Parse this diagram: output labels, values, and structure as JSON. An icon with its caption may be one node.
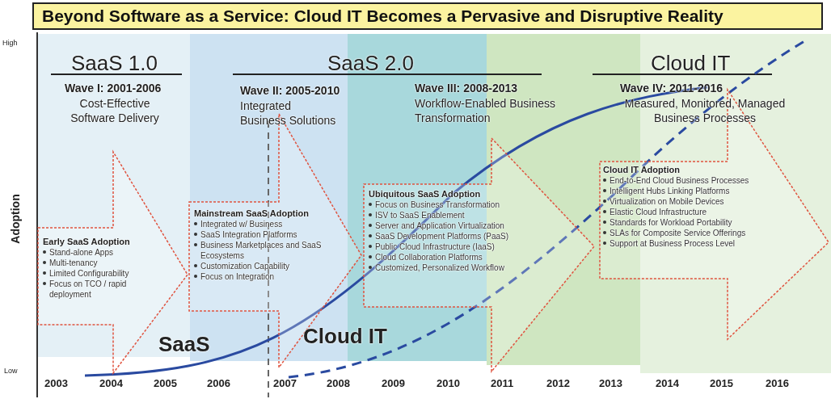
{
  "diagram": {
    "title": "Beyond Software as a Service:  Cloud IT Becomes a Pervasive and Disruptive Reality",
    "nodes": [
      {
        "text": [
          "Early SaaS Adoption",
          "Stand-alone Apps",
          "Multi-tenancy",
          "Limited Configurability",
          "Focus on TCO / rapid deployment"
        ]
      },
      {
        "text": [
          "Mainstream SaaS Adoption",
          "Integrated w/ Business",
          "SaaS Integration Platforms",
          "Business Marketplaces and SaaS Ecosystems",
          "Customization Capability",
          "Focus on Integration"
        ]
      },
      {
        "text": [
          "Ubiquitous SaaS Adoption",
          "Focus on Business Transformation",
          "ISV to SaaS Enablement",
          "Server and Application Virtualization",
          "SaaS Development Platforms (PaaS)",
          "Public Cloud Infrastructure (IaaS)",
          "Cloud Collaboration Platforms",
          "Customized, Personalized Workflow"
        ]
      },
      {
        "text": [
          "Cloud IT Adoption",
          "End-to-End Cloud Business Processes",
          "Intelligent Hubs Linking Platforms",
          "Virtualization on Mobile Devices",
          "Elastic Cloud Infrastructure",
          "Standards for Workload Portability",
          "SLAs for Composite Service Offerings",
          "Support at Business Process Level"
        ]
      }
    ],
    "labels": [
      "High",
      "SaaS 1.0",
      "SaaS 2.0",
      "Cloud IT",
      "Wave I: 2001-2006",
      "Cost-Effective Software Delivery",
      "Wave II: 2005-2010",
      "Integrated Business Solutions",
      "Wave III: 2008-2013",
      "Workflow-Enabled Business Transformation",
      "Wave IV: 2011-2016",
      "Measured, Monitored, Managed Business Processes",
      "Adoption",
      "SaaS",
      "Cloud IT",
      "Low",
      "2003",
      "2004",
      "2005",
      "2006",
      "2007",
      "2008",
      "2009",
      "2010",
      "2011",
      "2012",
      "2013",
      "2014",
      "2015",
      "2016"
    ]
  }
}
